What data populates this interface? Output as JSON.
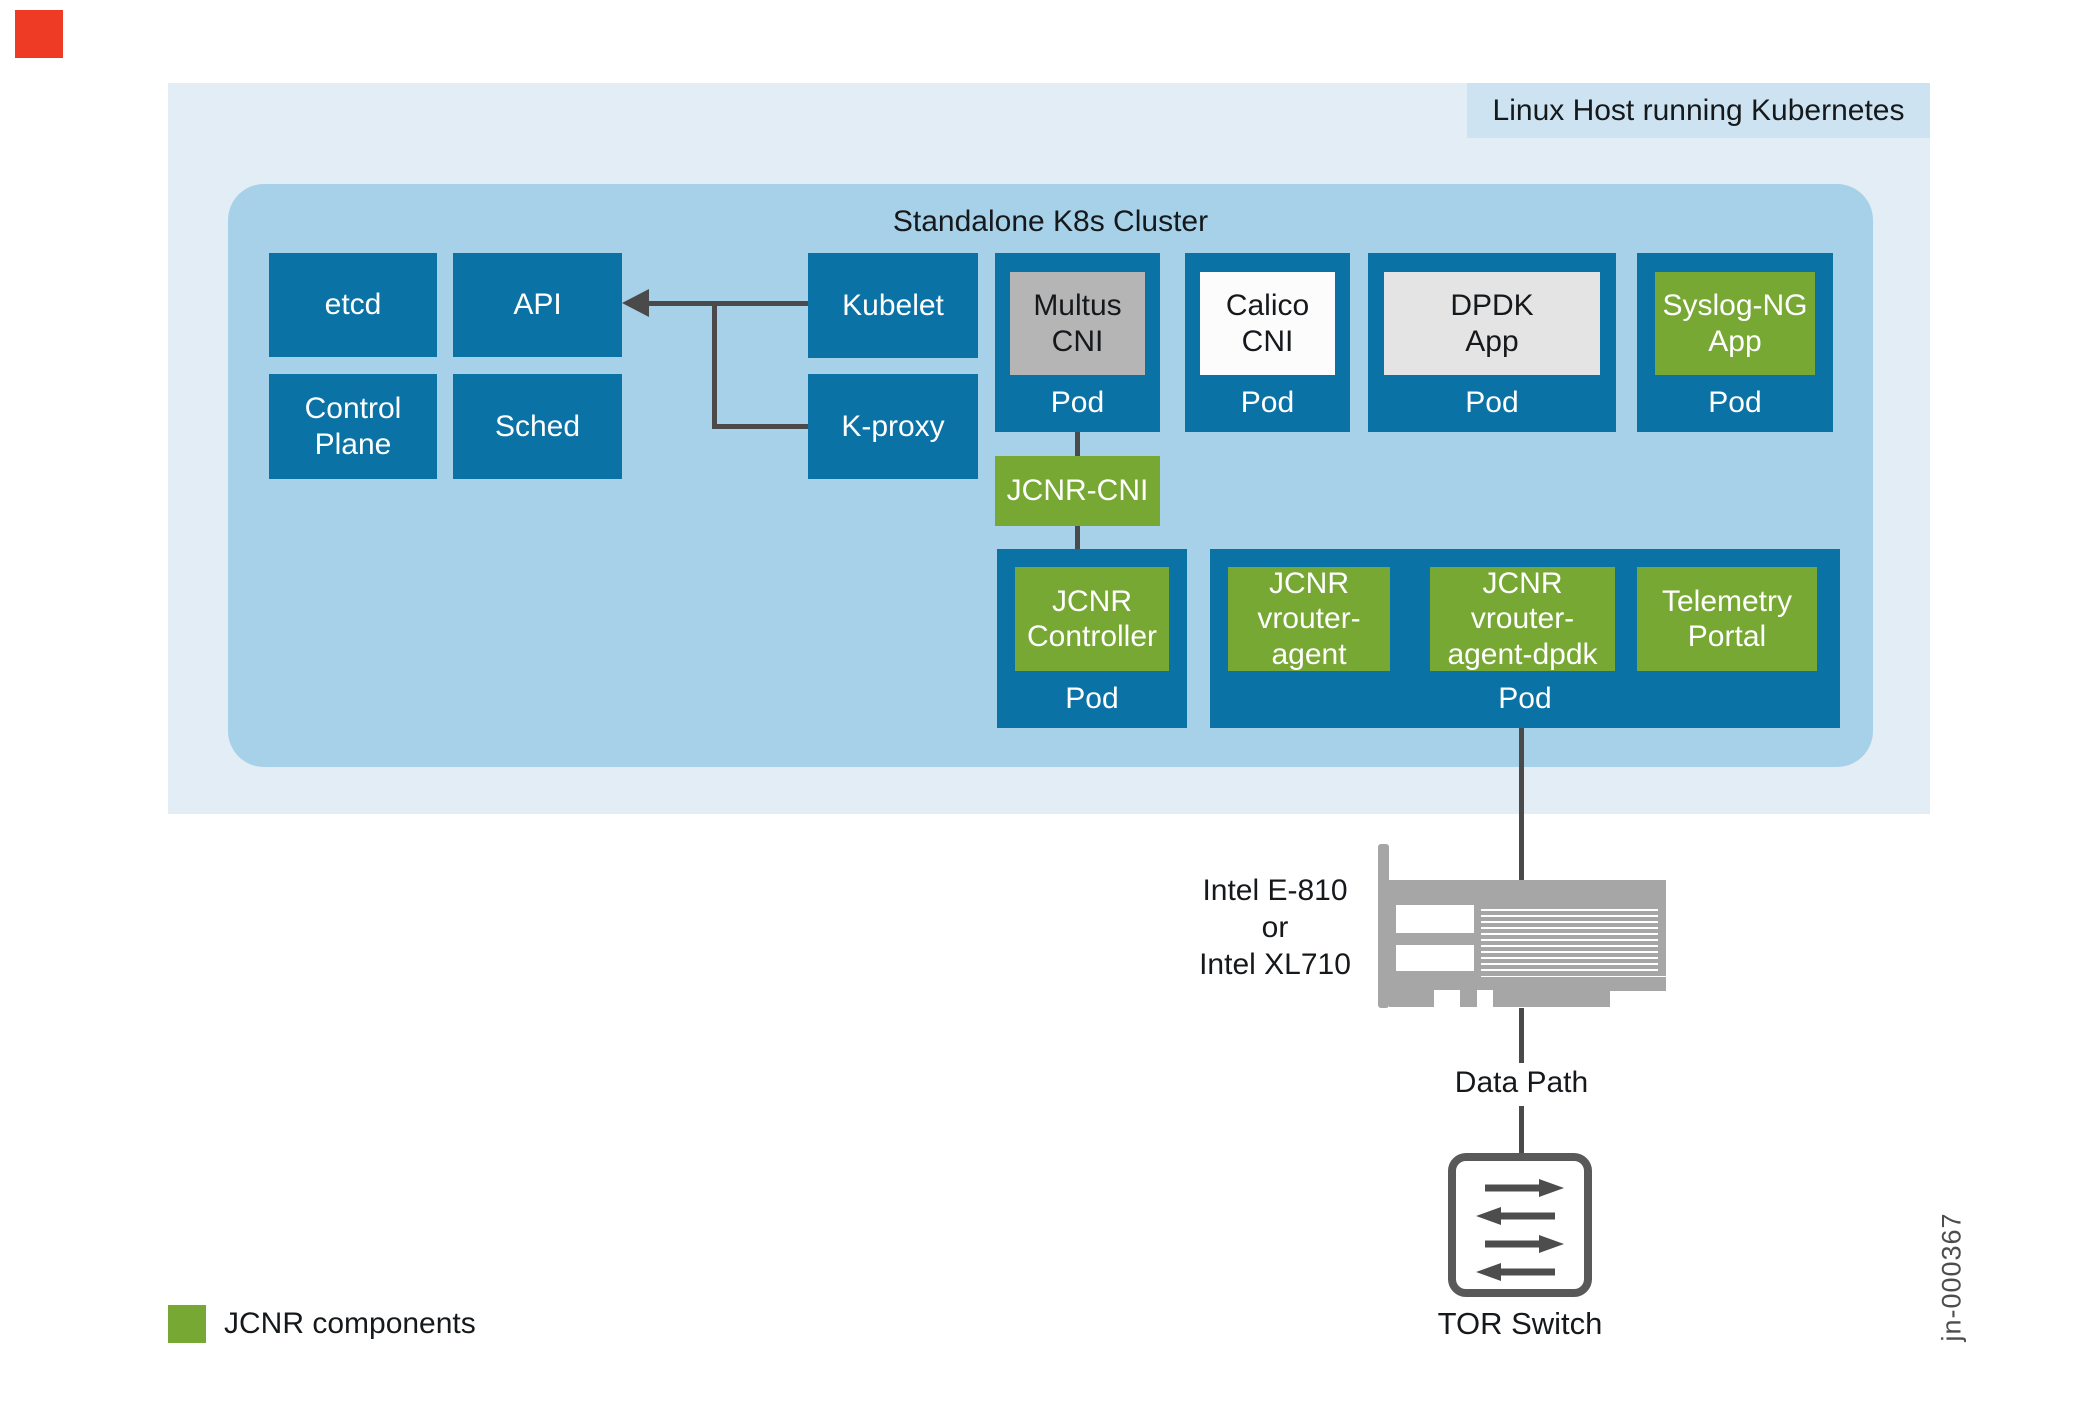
{
  "colors": {
    "box_blue": "#0b72a6",
    "jcnr_green": "#77a833",
    "inner_container_blue": "#a7d1e8",
    "outer_container_blue": "#e2edf6",
    "host_label_blue": "#cde3f1",
    "multus_gray": "#b5b5b5",
    "dpdk_gray": "#e4e4e4",
    "calico_white": "#fcfcfd",
    "connector_gray": "#4a4a4a",
    "nic_gray": "#a6a6a6",
    "marker_red": "#ee3b26"
  },
  "host": {
    "label": "Linux Host running Kubernetes"
  },
  "cluster": {
    "title": "Standalone K8s Cluster"
  },
  "boxes": {
    "etcd": "etcd",
    "api": "API",
    "kubelet": "Kubelet",
    "control_plane": "Control\nPlane",
    "sched": "Sched",
    "kproxy": "K-proxy"
  },
  "pods": [
    {
      "app": "Multus\nCNI",
      "pod_label": "Pod"
    },
    {
      "app": "Calico\nCNI",
      "pod_label": "Pod"
    },
    {
      "app": "DPDK\nApp",
      "pod_label": "Pod"
    },
    {
      "app": "Syslog-NG\nApp",
      "pod_label": "Pod"
    }
  ],
  "jcnr_cni": {
    "label": "JCNR-CNI"
  },
  "controller_pod": {
    "app": "JCNR\nController",
    "pod_label": "Pod"
  },
  "vrouter_pod": {
    "components": [
      "JCNR\nvrouter-\nagent",
      "JCNR\nvrouter-\nagent-dpdk",
      "Telemetry\nPortal"
    ],
    "pod_label": "Pod"
  },
  "nic": {
    "label_lines": [
      "Intel E-810",
      "or",
      "Intel XL710"
    ]
  },
  "data_path": {
    "label": "Data Path"
  },
  "tor": {
    "label": "TOR Switch"
  },
  "legend": {
    "label": "JCNR components"
  },
  "figure_id": "jn-000367"
}
